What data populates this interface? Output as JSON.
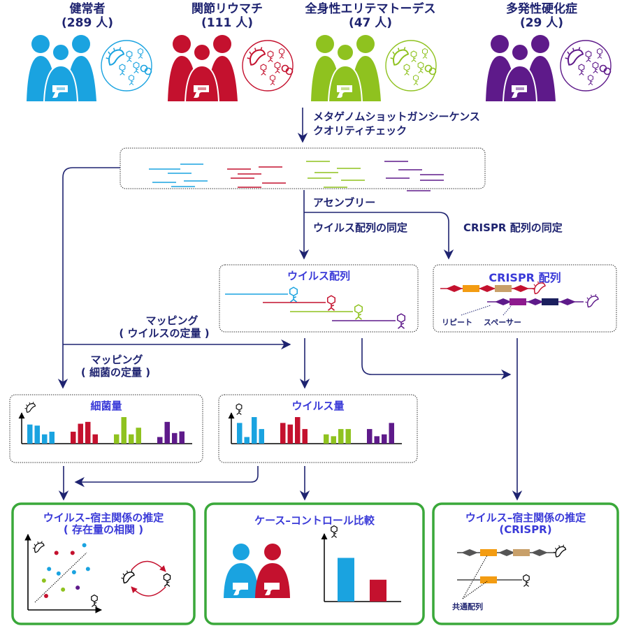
{
  "colors": {
    "healthy": "#1aa3e0",
    "ra": "#c4112e",
    "sle": "#8fc21f",
    "ms": "#5e1a8a",
    "arrow": "#1e2370",
    "box_title": "#3a3ad8",
    "result_border": "#3aa83a",
    "orange": "#f39c12",
    "tan": "#c8a06a",
    "navy": "#1b1f5e",
    "magenta": "#8e1a8e",
    "gray": "#555555"
  },
  "groups": [
    {
      "name": "健常者",
      "count": "(289 人)",
      "color_key": "healthy"
    },
    {
      "name": "関節リウマチ",
      "count": "(111 人)",
      "color_key": "ra"
    },
    {
      "name": "全身性エリテマトーデス",
      "count": "(47 人)",
      "color_key": "sle"
    },
    {
      "name": "多発性硬化症",
      "count": "(29 人)",
      "color_key": "ms"
    }
  ],
  "steps": {
    "sequencing": "メタゲノムショットガンシーケンス",
    "qc": "クオリティチェック",
    "assembly": "アセンブリー",
    "virus_id": "ウイルス配列の同定",
    "crispr_id": "CRISPR 配列の同定",
    "map_virus_1": "マッピング",
    "map_virus_2": "( ウイルスの定量 )",
    "map_bact_1": "マッピング",
    "map_bact_2": "( 細菌の定量 )"
  },
  "boxes": {
    "virus_seq": "ウイルス配列",
    "crispr_seq": "CRISPR 配列",
    "repeat": "リピート",
    "spacer": "スペーサー",
    "bacteria_abundance": "細菌量",
    "virus_abundance": "ウイルス量"
  },
  "results": {
    "corr_title_1": "ウイルス–宿主関係の推定",
    "corr_title_2": "( 存在量の相関 )",
    "case_control": "ケース–コントロール比較",
    "crispr_title_1": "ウイルス–宿主関係の推定",
    "crispr_title_2": "(CRISPR)",
    "shared_seq": "共通配列"
  },
  "chart_data": [
    {
      "type": "bar",
      "title": "細菌量",
      "categories": [
        "健常者",
        "関節リウマチ",
        "全身性エリテマトーデス",
        "多発性硬化症"
      ],
      "series_values": [
        [
          0.72,
          0.68,
          0.35,
          0.45
        ],
        [
          0.45,
          0.75,
          0.82,
          0.35
        ],
        [
          0.35,
          1.0,
          0.35,
          0.6
        ],
        [
          0.25,
          0.82,
          0.4,
          0.46
        ]
      ],
      "xlabel": "",
      "ylabel": "bacteria",
      "ylim": [
        0,
        1
      ]
    },
    {
      "type": "bar",
      "title": "ウイルス量",
      "categories": [
        "健常者",
        "関節リウマチ",
        "全身性エリテマトーデス",
        "多発性硬化症"
      ],
      "series_values": [
        [
          0.78,
          0.25,
          1.0,
          0.55
        ],
        [
          0.78,
          0.72,
          1.0,
          0.55
        ],
        [
          0.35,
          0.28,
          0.55,
          0.55
        ],
        [
          0.55,
          0.28,
          0.35,
          0.78
        ]
      ],
      "xlabel": "",
      "ylabel": "virus",
      "ylim": [
        0,
        1
      ]
    },
    {
      "type": "bar",
      "title": "ケース–コントロール比較",
      "categories": [
        "control",
        "case"
      ],
      "values": [
        1.0,
        0.5
      ],
      "ylim": [
        0,
        1.2
      ]
    },
    {
      "type": "scatter",
      "title": "存在量の相関",
      "points": [
        {
          "x": 0.72,
          "y": 0.92,
          "c": "healthy"
        },
        {
          "x": 0.34,
          "y": 0.8,
          "c": "ra"
        },
        {
          "x": 0.56,
          "y": 0.8,
          "c": "ra"
        },
        {
          "x": 0.24,
          "y": 0.55,
          "c": "healthy"
        },
        {
          "x": 0.37,
          "y": 0.48,
          "c": "healthy"
        },
        {
          "x": 0.58,
          "y": 0.5,
          "c": "healthy"
        },
        {
          "x": 0.77,
          "y": 0.55,
          "c": "healthy"
        },
        {
          "x": 0.17,
          "y": 0.37,
          "c": "sle"
        },
        {
          "x": 0.43,
          "y": 0.23,
          "c": "sle"
        },
        {
          "x": 0.63,
          "y": 0.26,
          "c": "ms"
        },
        {
          "x": 0.2,
          "y": 0.13,
          "c": "ra"
        }
      ],
      "xlim": [
        0,
        1
      ],
      "ylim": [
        0,
        1
      ]
    }
  ]
}
